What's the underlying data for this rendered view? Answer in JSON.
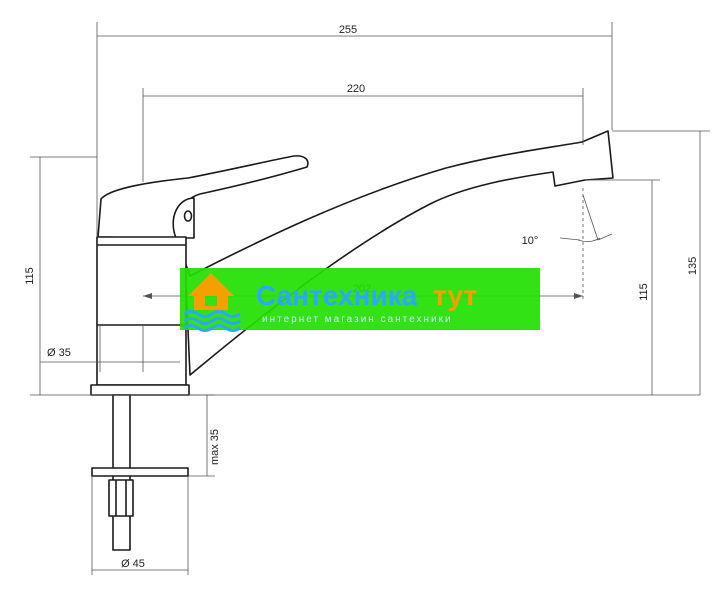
{
  "dimensions": {
    "overall_width": "255",
    "spout_reach": "220",
    "spout_inner": "202",
    "spout_angle": "10°",
    "height_left": "115",
    "height_outlet": "115",
    "height_total": "135",
    "body_diameter": "Ø 35",
    "max_counter": "max 35",
    "base_diameter": "Ø 45"
  },
  "watermark": {
    "title_part1": "Сантехника",
    "title_part2": "тут",
    "subtitle": "интернет магазин сантехники",
    "colors": {
      "background": "#22e000",
      "title_part1": "#2aa8ff",
      "title_part2": "#f5a000",
      "subtitle": "#cfe8ff",
      "logo_house": "#f5a000",
      "logo_waves": "#2aa8ff"
    }
  }
}
